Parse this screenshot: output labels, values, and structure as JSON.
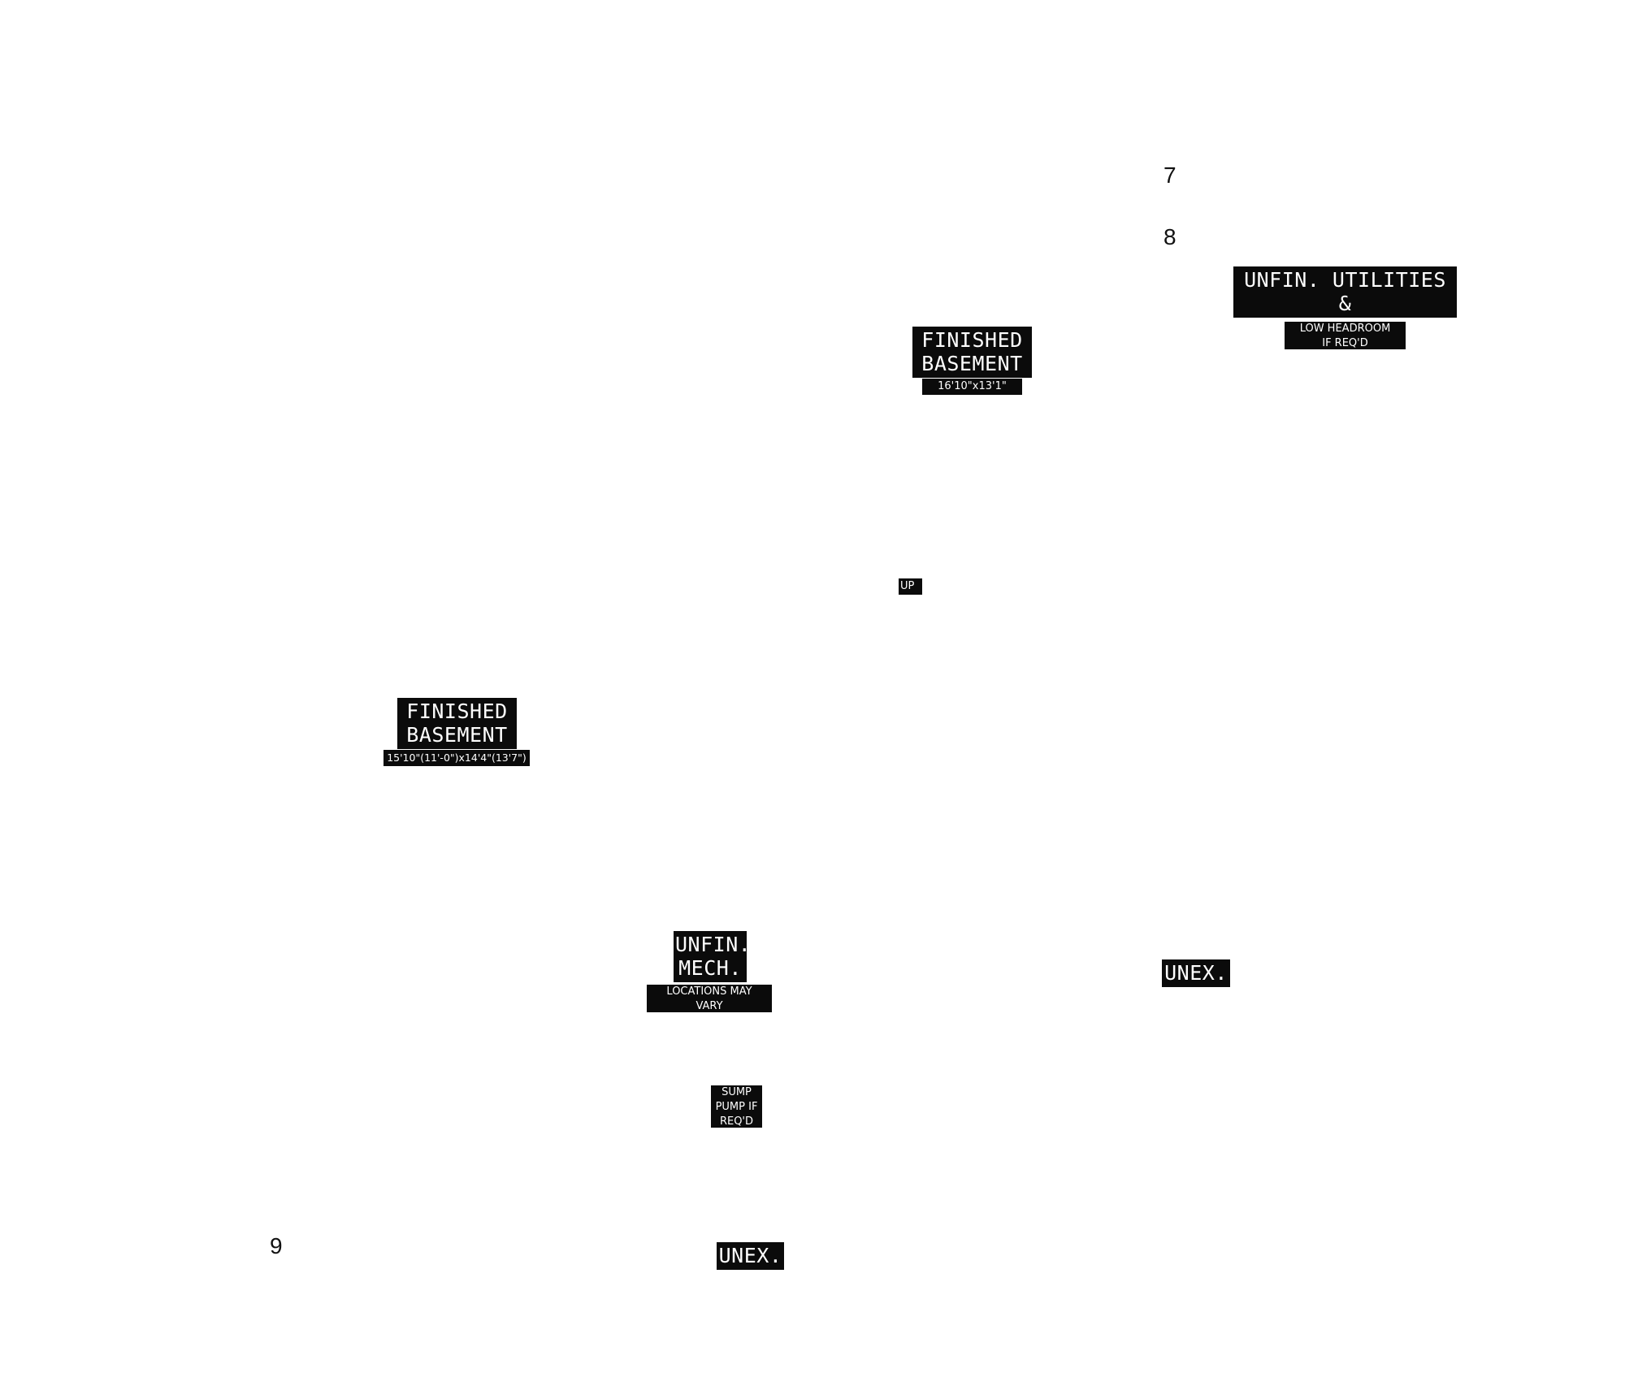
{
  "sheet_numbers": {
    "seven": "7",
    "eight": "8",
    "nine": "9"
  },
  "rooms": {
    "finished_basement_upper": {
      "name": "FINISHED\nBASEMENT",
      "note": "16'10\"x13'1\""
    },
    "unfin_utilities": {
      "name": "UNFIN. UTILITIES &\nSTORAGE",
      "note": "LOW HEADROOM\nIF REQ'D"
    },
    "stair": {
      "name": "UP"
    },
    "finished_basement_lower": {
      "name": "FINISHED\nBASEMENT",
      "note": "15'10\"(11'-0\")x14'4\"(13'7\")"
    },
    "unfin_mech": {
      "name": "UNFIN.\nMECH.",
      "note": "LOCATIONS MAY\nVARY"
    },
    "sump_pump": {
      "name": "SUMP\nPUMP IF\nREQ'D"
    },
    "unex_right": {
      "name": "UNEX."
    },
    "unex_bottom": {
      "name": "UNEX."
    }
  },
  "colors": {
    "label_bg": "#0b0b0b",
    "label_text": "#ffffff",
    "page_bg": "#ffffff"
  }
}
